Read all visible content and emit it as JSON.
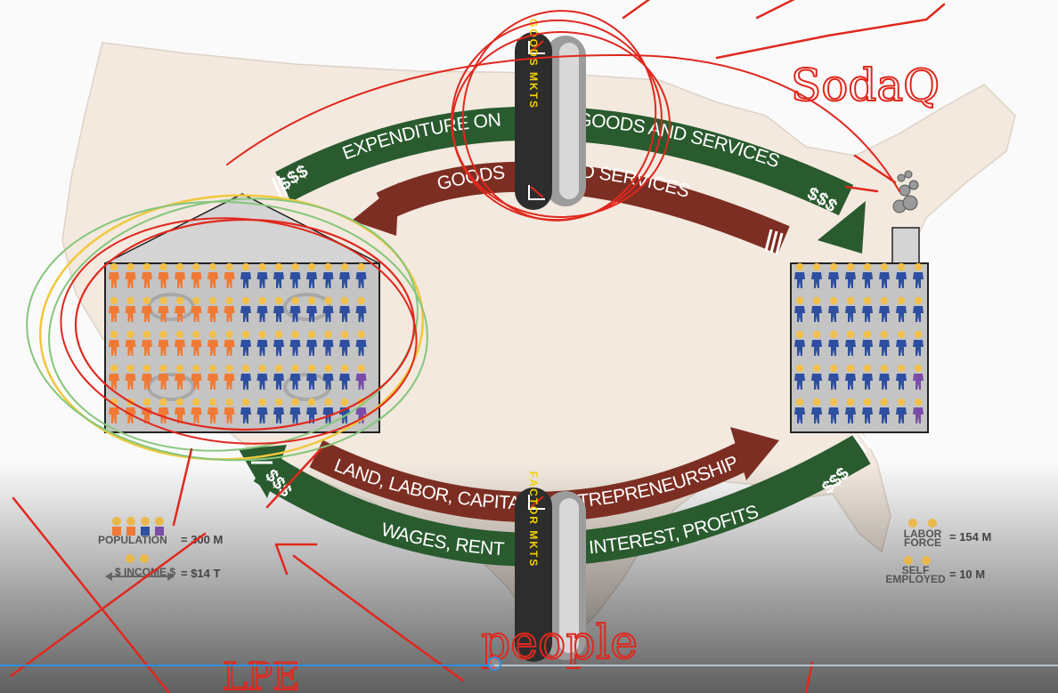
{
  "diagram": {
    "goods_ring_label": "GOODS MKTS",
    "factor_ring_label": "FACTOR MKTS",
    "top_outer_arc_left": "EXPENDITURE ON",
    "top_outer_arc_right": "GOODS AND SERVICES",
    "top_inner_arc_left": "GOODS",
    "top_inner_arc_right": "AND SERVICES",
    "bottom_inner_arc_left": "LAND, LABOR, CAPITAL,",
    "bottom_inner_arc_right": "ENTREPRENEURSHIP",
    "bottom_outer_arc_left": "WAGES, RENT",
    "bottom_outer_arc_right": "INTEREST, PROFITS",
    "dollar_sign": "$$$",
    "colors": {
      "green": "#2a5b2f",
      "red": "#7d2e22",
      "orange": "#f07a35",
      "blue": "#2e4fa0",
      "ink": "#e0281e"
    }
  },
  "stats": {
    "population_label": "POPULATION",
    "population_value": "= 300 M",
    "income_label": "$ INCOME $",
    "income_value": "= $14 T",
    "labor_force_label_1": "LABOR",
    "labor_force_label_2": "FORCE",
    "labor_force_value": "= 154 M",
    "self_employed_label_1": "SELF",
    "self_employed_label_2": "EMPLOYED",
    "self_employed_value": "= 10 M"
  },
  "annotations": {
    "handwriting_top_right": "SodaQ",
    "handwriting_bottom": "people",
    "handwriting_bottom_left": "LPE"
  },
  "player": {
    "progress": 0.467
  }
}
